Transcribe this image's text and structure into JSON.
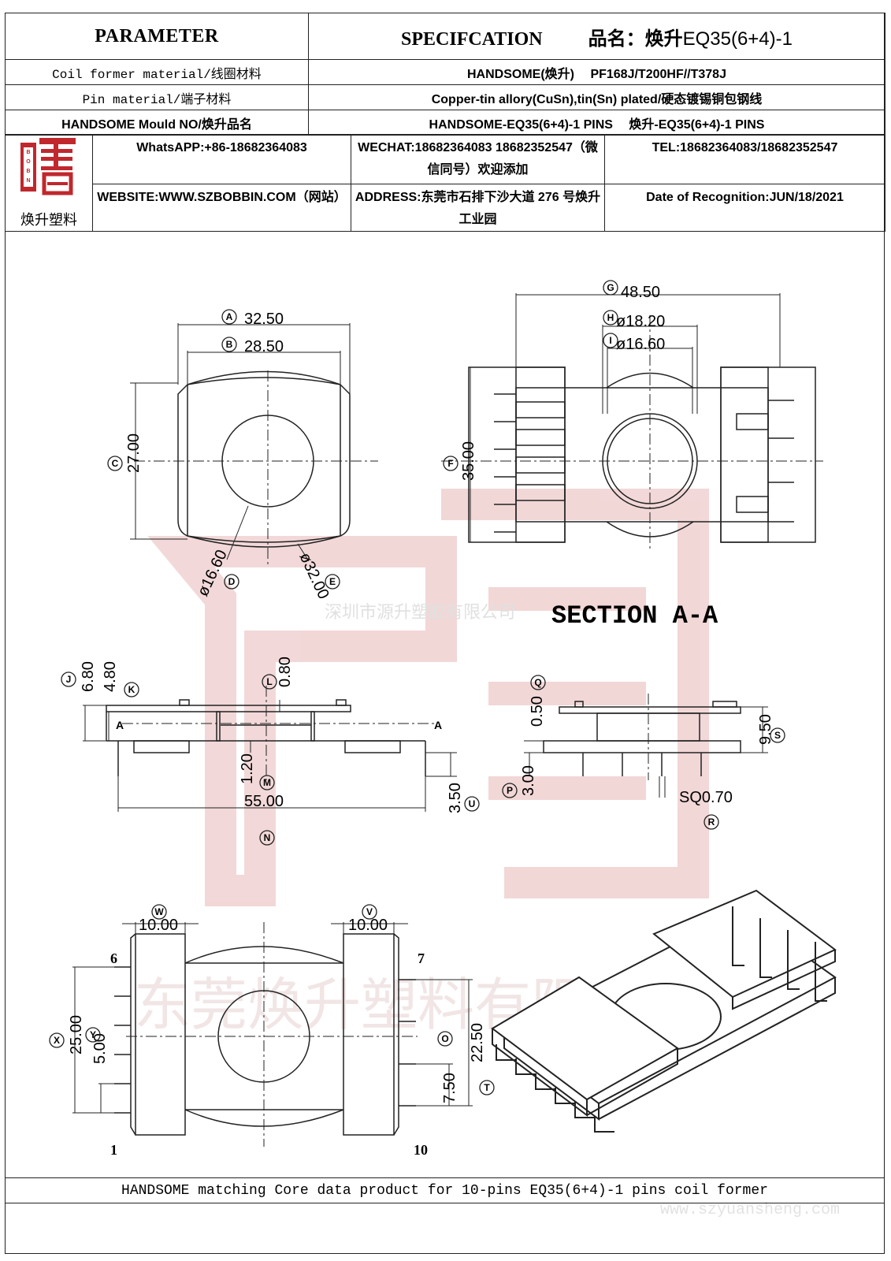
{
  "header": {
    "parameter": "PARAMETER",
    "specification": "SPECIFCATION",
    "product_label": "品名：焕升",
    "product_value": "EQ35(6+4)-1"
  },
  "rows": [
    {
      "label": "Coil former material/线圈材料",
      "value": "HANDSOME(焕升)　 PF168J/T200HF//T378J"
    },
    {
      "label": "Pin material/端子材料",
      "value": "Copper-tin allory(CuSn),tin(Sn) plated/硬态镀锡铜包钢线"
    },
    {
      "label": "HANDSOME Mould NO/焕升品名",
      "value": "HANDSOME-EQ35(6+4)-1 PINS　 焕升-EQ35(6+4)-1 PINS"
    }
  ],
  "contact": {
    "logo_text": "焕升塑料",
    "whatsapp": "WhatsAPP:+86-18682364083",
    "wechat": "WECHAT:18682364083 18682352547（微信同号）欢迎添加",
    "tel": "TEL:18682364083/18682352547",
    "website": "WEBSITE:WWW.SZBOBBIN.COM（网站）",
    "address": "ADDRESS:东莞市石排下沙大道 276 号焕升工业园",
    "date": "Date of Recognition:JUN/18/2021"
  },
  "drawing": {
    "dims": {
      "A": "32.50",
      "B": "28.50",
      "C": "27.00",
      "D": "ø16.60",
      "E": "ø32.00",
      "G": "48.50",
      "H": "ø18.20",
      "I": "ø16.60",
      "F": "35.00",
      "J": "6.80",
      "K": "4.80",
      "L": "0.80",
      "M": "1.20",
      "N": "55.00",
      "U": "3.50",
      "Q": "0.50",
      "S": "9.50",
      "P": "3.00",
      "R": "SQ0.70",
      "W": "10.00",
      "V": "10.00",
      "X": "25.00",
      "Y": "5.00",
      "O": "22.50",
      "T": "7.50"
    },
    "section_label": "SECTION A-A",
    "section_marker": "A",
    "pin_numbers": {
      "p6": "6",
      "p1": "1",
      "p7": "7",
      "p10": "10"
    },
    "watermark_top": "深圳市源升塑胶有限公司",
    "watermark_main": "东莞焕升塑料有限公司",
    "watermark_url": "www.szyuansheng.com"
  },
  "footer": "HANDSOME matching Core data  product for 10-pins EQ35(6+4)-1 pins coil former",
  "colors": {
    "line": "#222222",
    "logo_red": "#c0282d",
    "watermark": "#e8b8b8"
  }
}
